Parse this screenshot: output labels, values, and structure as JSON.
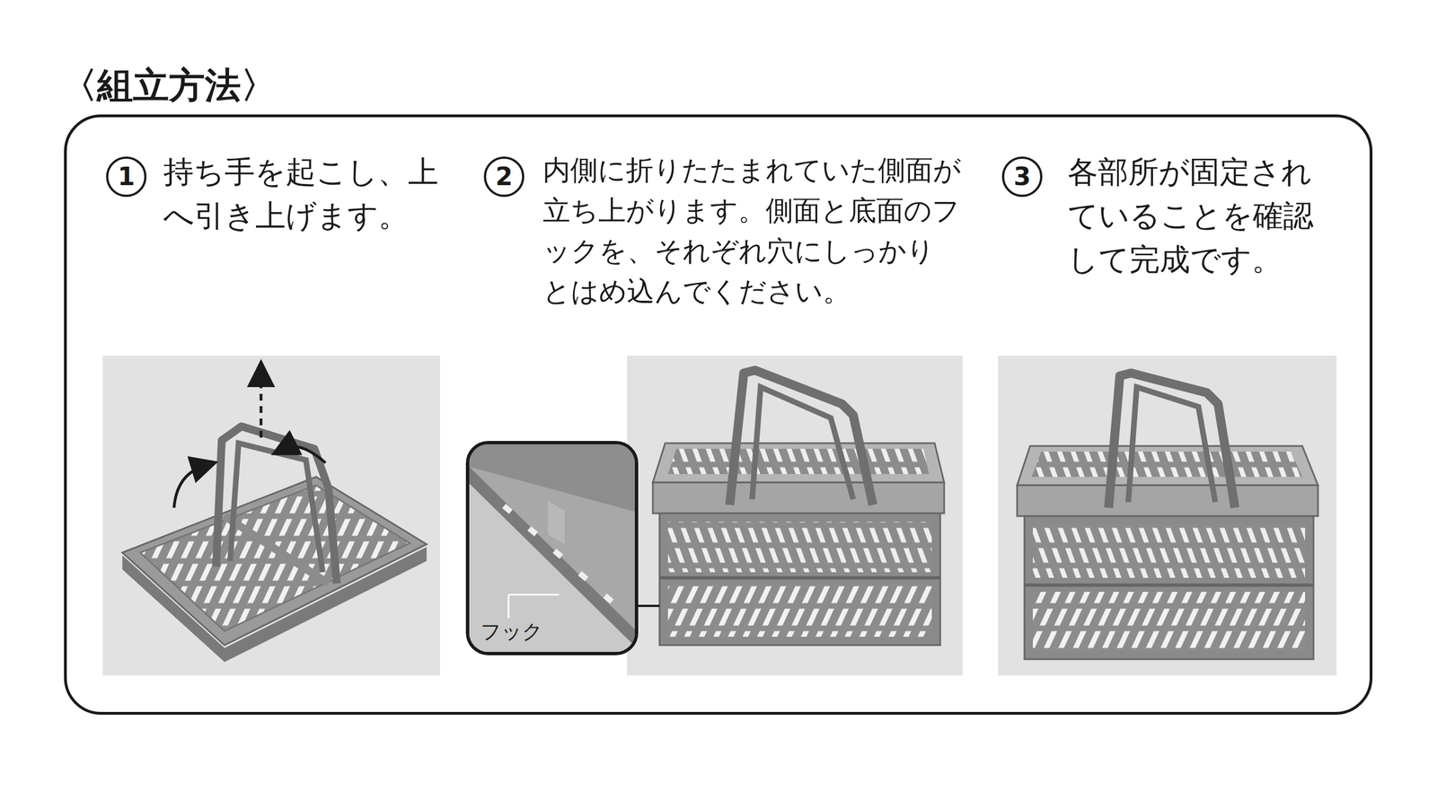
{
  "diagram": {
    "nodes": [
      {
        "text": [
          "〈組立方法〉"
        ]
      },
      {
        "text": [
          "1"
        ],
        "in": 0
      },
      {
        "text": [
          "2"
        ],
        "in": 0
      },
      {
        "text": [
          "3"
        ],
        "in": 0
      },
      {
        "text": [
          "フック"
        ],
        "in": 0
      }
    ],
    "labels": [
      "持ち手を起こし、上へ引き上げます。",
      "内側に折りたたまれていた側面が立ち上がります。側面と底面のフックを、それぞれ穴にしっかりとはめ込んでください。",
      "各部所が固定されていることを確認して完成です。"
    ]
  }
}
